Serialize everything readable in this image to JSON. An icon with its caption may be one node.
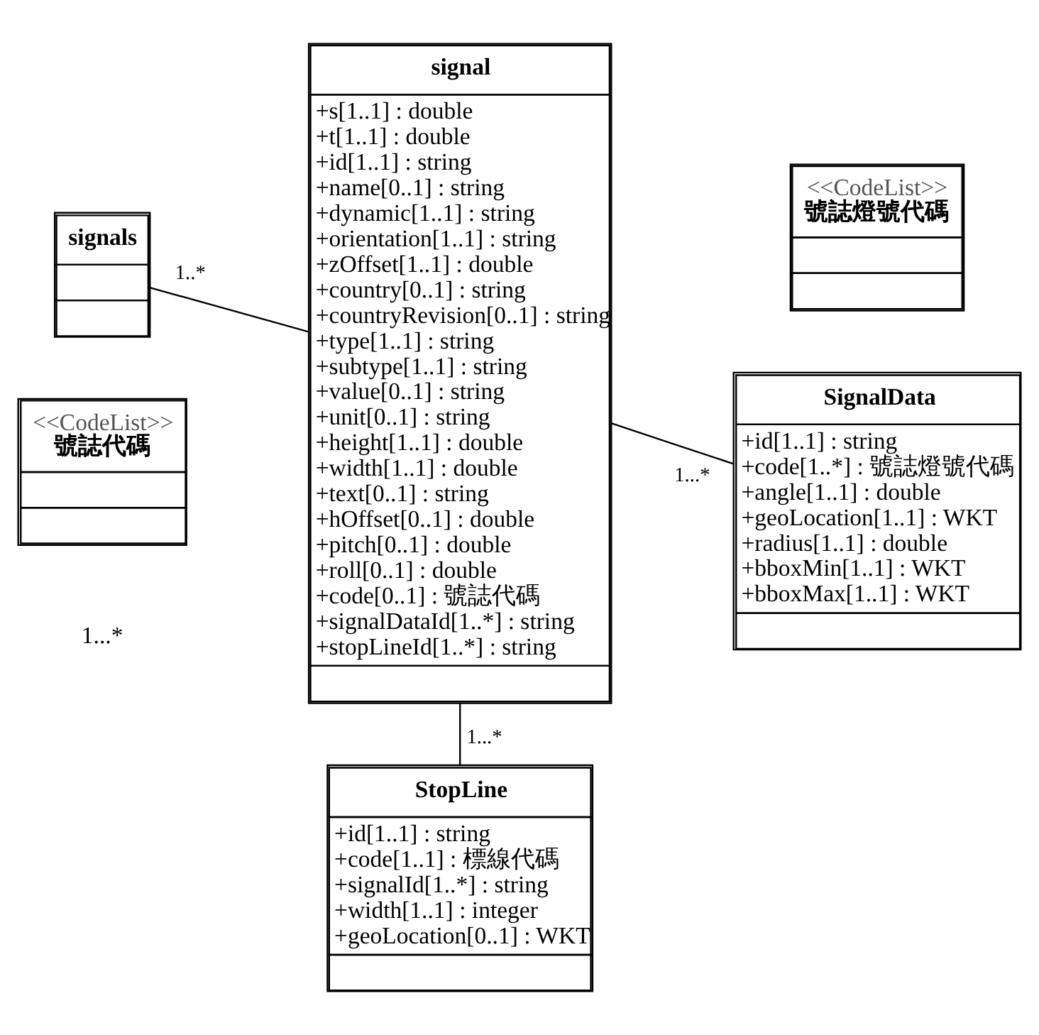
{
  "diagram": {
    "nodes": [
      {
        "text": [
          "signals"
        ]
      },
      {
        "text": [
          "signal",
          "+s[1..1] : double",
          "+t[1..1] : double",
          "+id[1..1] : string",
          "+name[0..1] : string",
          "+dynamic[1..1] : string",
          "+orientation[1..1] : string",
          "+zOffset[1..1] : double",
          "+country[0..1] : string",
          "+countryRevision[0..1] : string",
          "+type[1..1] : string",
          "+subtype[1..1] : string",
          "+value[0..1] : string",
          "+unit[0..1] : string",
          "+height[1..1] : double",
          "+width[1..1] : double",
          "+text[0..1] : string",
          "+hOffset[0..1] : double",
          "+pitch[0..1] : double",
          "+roll[0..1] : double",
          "+code[0..1] : 號誌代碼",
          "+signalDataId[1..*] : string",
          "+stopLineId[1..*] : string"
        ]
      },
      {
        "text": [
          "<<CodeList>>",
          "號誌燈號代碼"
        ]
      },
      {
        "text": [
          "<<CodeList>>",
          "號誌代碼"
        ]
      },
      {
        "text": [
          "SignalData",
          "+id[1..1] : string",
          "+code[1..*] : 號誌燈號代碼",
          "+angle[1..1] : double",
          "+geoLocation[1..1] : WKT",
          "+radius[1..1] : double",
          "+bboxMin[1..1] : WKT",
          "+bboxMax[1..1] : WKT"
        ]
      },
      {
        "text": [
          "StopLine",
          "+id[1..1] : string",
          "+code[1..1] : 標線代碼",
          "+signalId[1..*] : string",
          "+width[1..1] : integer",
          "+geoLocation[0..1] : WKT"
        ]
      }
    ],
    "edges": [
      {
        "from": 0,
        "to": 1,
        "arrow": "none",
        "label": "1..*"
      },
      {
        "from": 1,
        "to": 4,
        "arrow": "none",
        "label": "1...*"
      },
      {
        "from": 1,
        "to": 5,
        "arrow": "none",
        "label": "1...*"
      }
    ],
    "labels": [
      "1...*"
    ]
  }
}
